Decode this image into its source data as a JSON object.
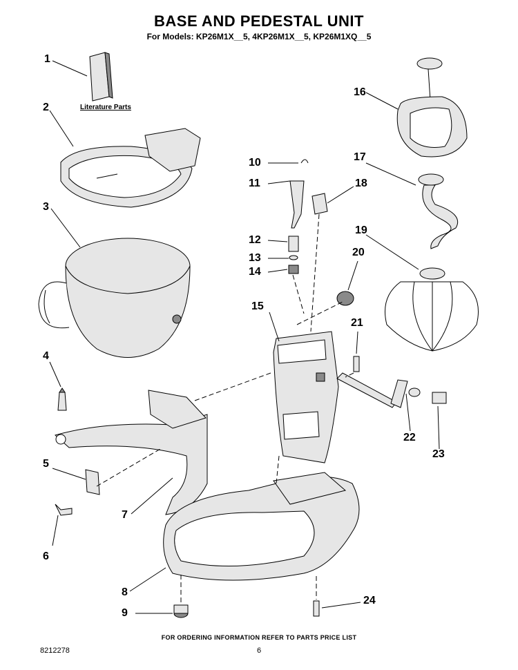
{
  "header": {
    "title": "BASE AND PEDESTAL UNIT",
    "subtitle": "For Models: KP26M1X__5, 4KP26M1X__5, KP26M1XQ__5"
  },
  "literature_label": "Literature Parts",
  "callouts": [
    "1",
    "2",
    "3",
    "4",
    "5",
    "6",
    "7",
    "8",
    "9",
    "10",
    "11",
    "12",
    "13",
    "14",
    "15",
    "16",
    "17",
    "18",
    "19",
    "20",
    "21",
    "22",
    "23",
    "24"
  ],
  "footer": {
    "ordering_note": "FOR ORDERING INFORMATION REFER TO PARTS PRICE LIST",
    "doc_number": "8212278",
    "page_number": "6"
  }
}
